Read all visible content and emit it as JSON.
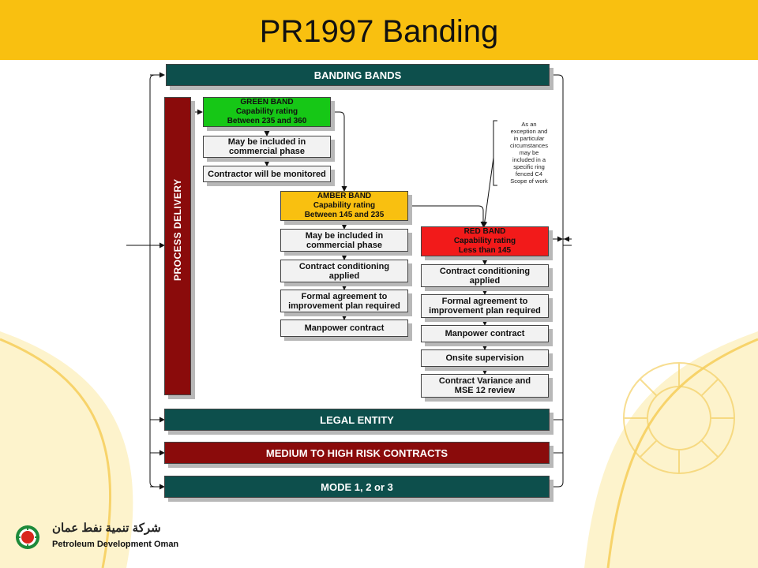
{
  "title": "PR1997 Banding",
  "bars": {
    "banding_bands": "BANDING BANDS",
    "legal_entity": "LEGAL ENTITY",
    "medium_high": "MEDIUM TO HIGH RISK CONTRACTS",
    "mode": "MODE 1, 2 or 3",
    "process_delivery": "PROCESS DELIVERY"
  },
  "green": {
    "title": "GREEN BAND",
    "line1": "Capability rating",
    "line2": "Between  235 and 360",
    "item1_line1": "May be included in",
    "item1_line2": "commercial phase",
    "item2": "Contractor will be monitored"
  },
  "amber": {
    "title": "AMBER BAND",
    "line1": "Capability rating",
    "line2": "Between  145 and 235",
    "item1_line1": "May be included in",
    "item1_line2": "commercial phase",
    "item2_line1": "Contract conditioning",
    "item2_line2": "applied",
    "item3_line1": "Formal agreement to",
    "item3_line2": "improvement plan required",
    "item4": "Manpower contract"
  },
  "red": {
    "title": "RED BAND",
    "line1": "Capability rating",
    "line2": "Less than 145",
    "item1_line1": "Contract conditioning",
    "item1_line2": "applied",
    "item2_line1": "Formal agreement to",
    "item2_line2": "improvement plan required",
    "item3": "Manpower contract",
    "item4": "Onsite supervision",
    "item5_line1": "Contract Variance and",
    "item5_line2": "MSE 12 review"
  },
  "note": {
    "l1": "As an",
    "l2": "exception and",
    "l3": "in particular",
    "l4": "circumstances",
    "l5": "may be",
    "l6": "included in a",
    "l7": "specific ring",
    "l8": "fenced C4",
    "l9": "Scope of work"
  },
  "logo": {
    "arabic": "شركة تنمية نفط عمان",
    "company": "Petroleum Development Oman"
  },
  "colors": {
    "header": "#f9c010",
    "teal": "#0d4f4c",
    "maroon": "#8a0b0b",
    "green": "#16c716",
    "amber": "#f9c010",
    "red": "#f21a1a"
  }
}
